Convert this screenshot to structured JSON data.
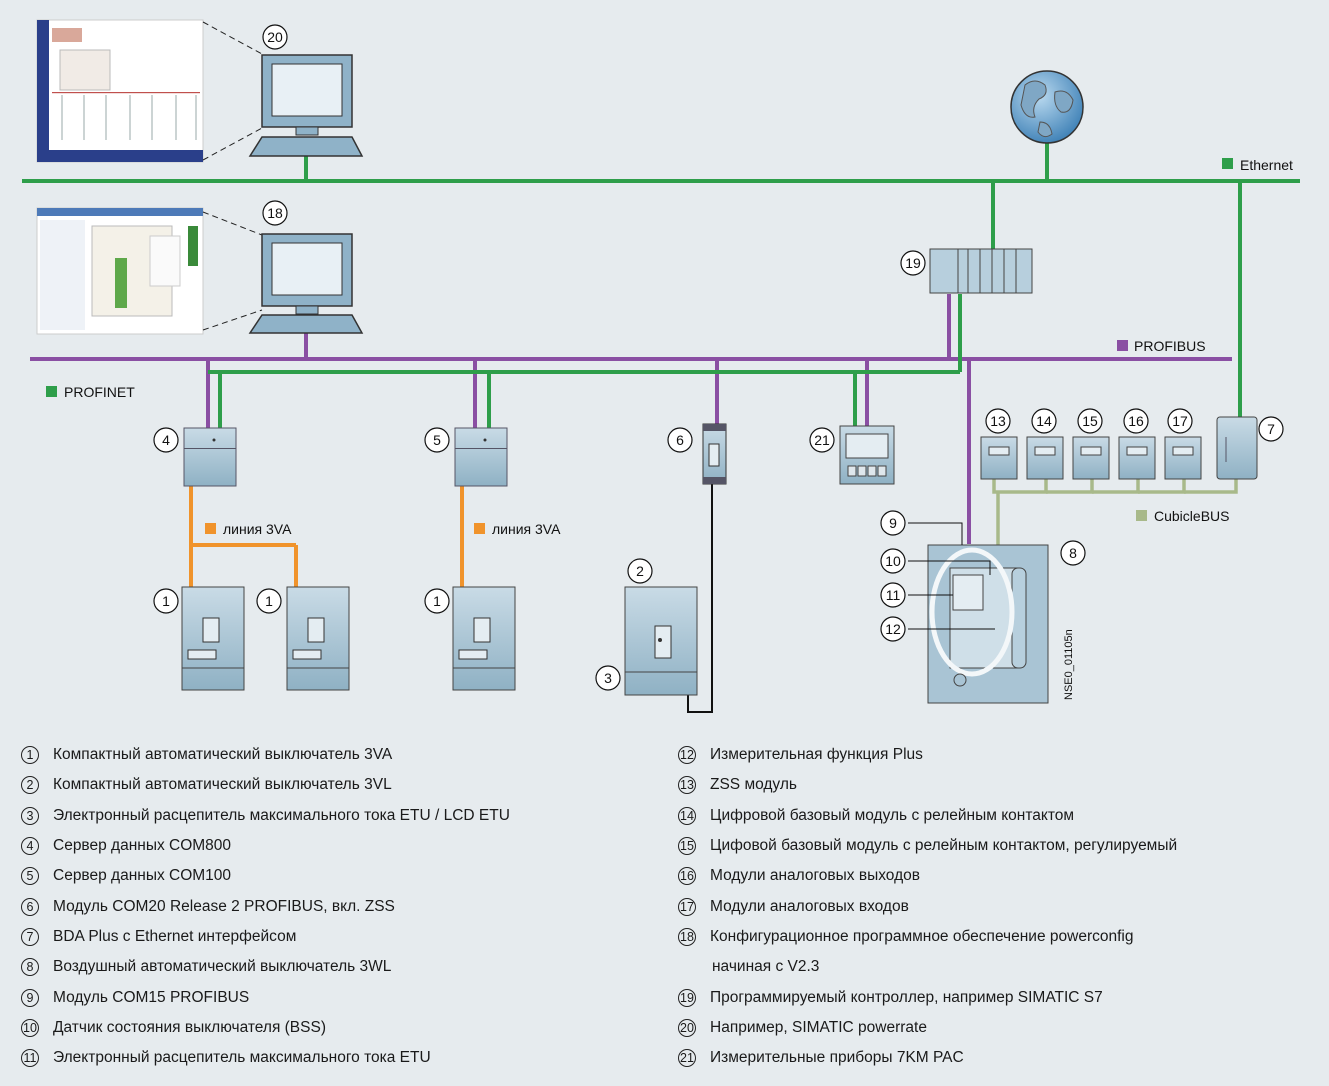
{
  "networks": {
    "ethernet": {
      "label": "Ethernet",
      "color": "#2e9e4a"
    },
    "profibus": {
      "label": "PROFIBUS",
      "color": "#8a4fa3"
    },
    "profinet": {
      "label": "PROFINET",
      "color": "#2e9e4a"
    },
    "line_3va_a": {
      "label": "линия 3VA",
      "color": "#f0932b"
    },
    "line_3va_b": {
      "label": "линия 3VA",
      "color": "#f0932b"
    },
    "cubiclebus": {
      "label": "CubicleBUS",
      "color": "#a8b98a"
    }
  },
  "watermark": "NSE0_01105n",
  "device_numbers": [
    "1",
    "2",
    "3",
    "4",
    "5",
    "6",
    "7",
    "8",
    "9",
    "10",
    "11",
    "12",
    "13",
    "14",
    "15",
    "16",
    "17",
    "18",
    "19",
    "20",
    "21"
  ],
  "legend_left": [
    {
      "n": "1",
      "text": "Компактный автоматический выключатель 3VA"
    },
    {
      "n": "2",
      "text": "Компактный автоматический выключатель 3VL"
    },
    {
      "n": "3",
      "text": "Электронный расцепитель максимального тока ETU / LCD ETU"
    },
    {
      "n": "4",
      "text": "Сервер данных COM800"
    },
    {
      "n": "5",
      "text": "Сервер данных COM100"
    },
    {
      "n": "6",
      "text": "Модуль COM20 Release 2 PROFIBUS, вкл. ZSS"
    },
    {
      "n": "7",
      "text": "BDA Plus с Ethernet интерфейсом"
    },
    {
      "n": "8",
      "text": "Воздушный автоматический выключатель 3WL"
    },
    {
      "n": "9",
      "text": "Модуль COM15 PROFIBUS"
    },
    {
      "n": "10",
      "text": "Датчик состояния выключателя (BSS)"
    },
    {
      "n": "11",
      "text": "Электронный расцепитель максимального тока ETU"
    }
  ],
  "legend_right": [
    {
      "n": "12",
      "text": "Измерительная функция Plus"
    },
    {
      "n": "13",
      "text": "ZSS модуль"
    },
    {
      "n": "14",
      "text": "Цифровой базовый модуль с релейным контактом"
    },
    {
      "n": "15",
      "text": "Цифовой базовый модуль с релейным контактом, регулируемый"
    },
    {
      "n": "16",
      "text": "Модули аналоговых выходов"
    },
    {
      "n": "17",
      "text": "Модули аналоговых входов"
    },
    {
      "n": "18",
      "text": "Конфигурационное программное обеспечение powerconfig",
      "cont": "начиная с V2.3"
    },
    {
      "n": "19",
      "text": "Программируемый контроллер, например SIMATIC S7"
    },
    {
      "n": "20",
      "text": "Например, SIMATIC powerrate"
    },
    {
      "n": "21",
      "text": "Измерительные приборы 7KM PAC"
    }
  ]
}
